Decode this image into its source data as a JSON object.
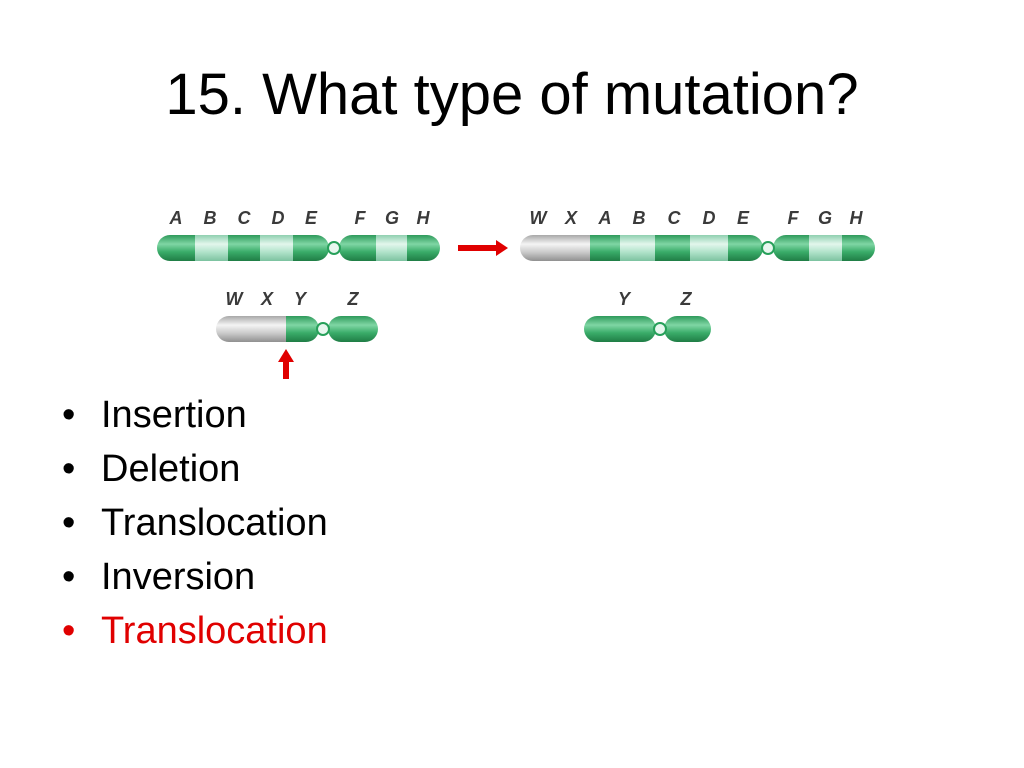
{
  "slide": {
    "title": "15. What type of mutation?"
  },
  "diagram": {
    "before_chromosome_1_genes": [
      "A",
      "B",
      "C",
      "D",
      "E",
      "F",
      "G",
      "H"
    ],
    "before_chromosome_2_genes": [
      "W",
      "X",
      "Y",
      "Z"
    ],
    "after_chromosome_1_genes": [
      "W",
      "X",
      "A",
      "B",
      "C",
      "D",
      "E",
      "F",
      "G",
      "H"
    ],
    "after_chromosome_2_genes": [
      "Y",
      "Z"
    ],
    "colors": {
      "gene_dark": "#27a05a",
      "gene_light": "#a9e0c6",
      "transferred_segment": "#bdbdbd",
      "arrow": "#e00000"
    }
  },
  "options": [
    {
      "label": "Insertion",
      "highlight": false
    },
    {
      "label": "Deletion",
      "highlight": false
    },
    {
      "label": "Translocation",
      "highlight": false
    },
    {
      "label": "Inversion",
      "highlight": false
    },
    {
      "label": "Translocation",
      "highlight": true
    }
  ],
  "bullet_glyph": "•"
}
